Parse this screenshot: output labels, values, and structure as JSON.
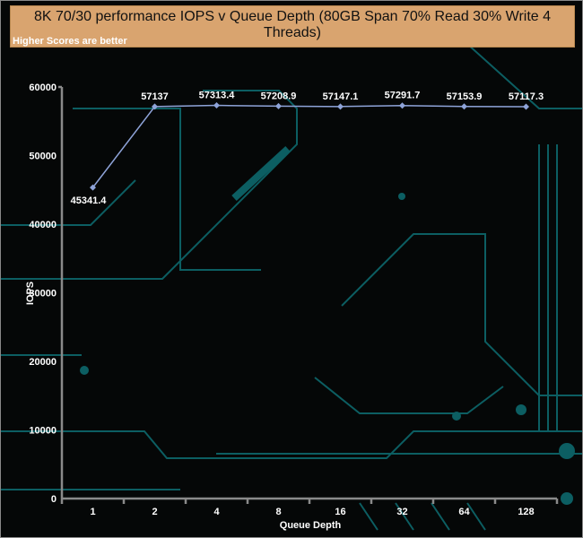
{
  "chart_data": {
    "type": "line",
    "title": "8K 70/30 performance IOPS v Queue Depth (80GB Span 70% Read 30% Write 4 Threads)",
    "subtitle": "Higher Scores are better",
    "xlabel": "Queue Depth",
    "ylabel": "IOPS",
    "categories": [
      "1",
      "2",
      "4",
      "8",
      "16",
      "32",
      "64",
      "128"
    ],
    "series": [
      {
        "name": "IOPS",
        "values": [
          45341.4,
          57137,
          57313.4,
          57208.9,
          57147.1,
          57291.7,
          57153.9,
          57117.3
        ],
        "labels": [
          "45341.4",
          "57137",
          "57313.4",
          "57208.9",
          "57147.1",
          "57291.7",
          "57153.9",
          "57117.3"
        ]
      }
    ],
    "ylim": [
      0,
      60000
    ],
    "yticks": [
      "0",
      "10000",
      "20000",
      "30000",
      "40000",
      "50000",
      "60000"
    ],
    "grid": false,
    "legend": "none",
    "colors": {
      "line": "#8ea3d8",
      "axis": "#8a8a8a",
      "header": "#d9a46f",
      "circuit": "#0c5e62"
    }
  }
}
